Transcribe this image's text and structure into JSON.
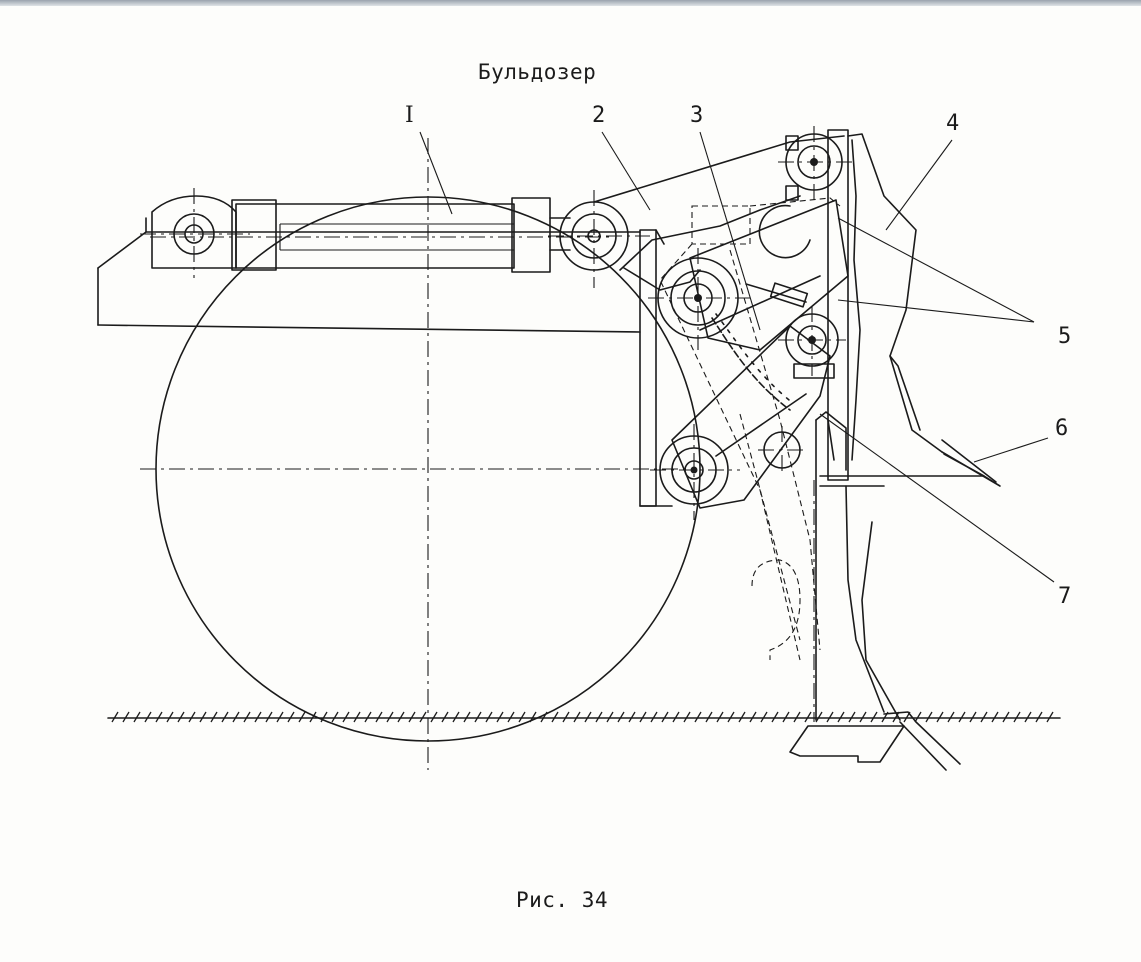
{
  "figure": {
    "title": "Бульдозер",
    "caption": "Рис. 34",
    "callouts": [
      {
        "id": "1",
        "text": "I"
      },
      {
        "id": "2",
        "text": "2"
      },
      {
        "id": "3",
        "text": "3"
      },
      {
        "id": "4",
        "text": "4"
      },
      {
        "id": "5",
        "text": "5"
      },
      {
        "id": "6",
        "text": "6"
      },
      {
        "id": "7",
        "text": "7"
      }
    ]
  },
  "colors": {
    "ink": "#1b1b1b",
    "paper": "#fdfdfb",
    "scan_edge": "#9aa3ad"
  }
}
